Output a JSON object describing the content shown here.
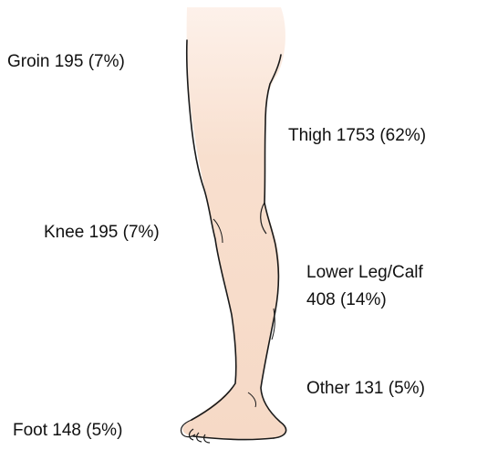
{
  "colors": {
    "skin_light": "#fdf1ea",
    "skin": "#f6d9c6",
    "outline": "#1a1a1a"
  },
  "regions": {
    "groin": {
      "label": "Groin 195 (7%)",
      "count": 195,
      "percent": 7
    },
    "thigh": {
      "label": "Thigh  1753 (62%)",
      "count": 1753,
      "percent": 62
    },
    "knee": {
      "label": "Knee 195 (7%)",
      "count": 195,
      "percent": 7
    },
    "lower_leg": {
      "label_line1": "Lower Leg/Calf",
      "label_line2": "408 (14%)",
      "count": 408,
      "percent": 14
    },
    "other": {
      "label": "Other 131 (5%)",
      "count": 131,
      "percent": 5
    },
    "foot": {
      "label": "Foot 148 (5%)",
      "count": 148,
      "percent": 5
    }
  }
}
